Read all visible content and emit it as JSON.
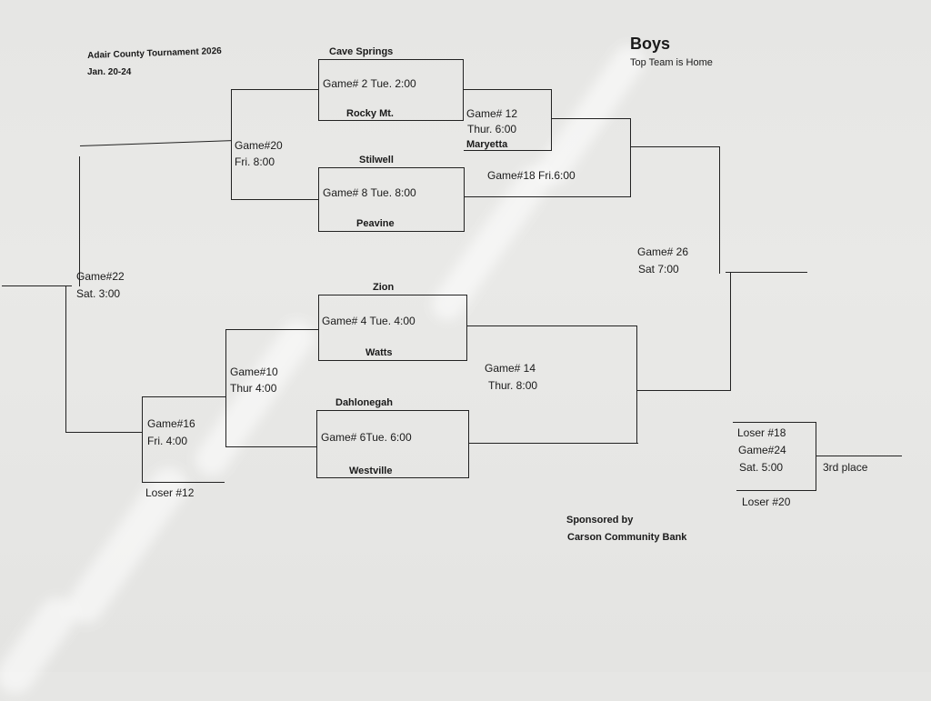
{
  "header": {
    "tournament": "Adair County Tournament 2026",
    "dates": "Jan. 20-24",
    "title": "Boys",
    "subtitle": "Top Team is Home"
  },
  "teams": {
    "cave_springs": "Cave Springs",
    "rocky_mt": "Rocky Mt.",
    "stilwell": "Stilwell",
    "peavine": "Peavine",
    "zion": "Zion",
    "watts": "Watts",
    "dahlonegah": "Dahlonegah",
    "westville": "Westville",
    "maryetta": "Maryetta"
  },
  "games": {
    "g2": "Game#  2 Tue. 2:00",
    "g8": "Game# 8 Tue. 8:00",
    "g4": "Game# 4 Tue. 4:00",
    "g6": "Game# 6Tue. 6:00",
    "g12_a": "Game# 12",
    "g12_b": "Thur. 6:00",
    "g18": "Game#18 Fri.6:00",
    "g20_a": "Game#20",
    "g20_b": "Fri. 8:00",
    "g10_a": "Game#10",
    "g10_b": "Thur 4:00",
    "g14_a": "Game# 14",
    "g14_b": "Thur. 8:00",
    "g16_a": "Game#16",
    "g16_b": "Fri. 4:00",
    "g22_a": "Game#22",
    "g22_b": "Sat. 3:00",
    "g26_a": "Game# 26",
    "g26_b": "Sat 7:00",
    "g24_a": "Game#24",
    "g24_b": "Sat. 5:00"
  },
  "losers": {
    "l12": "Loser #12",
    "l18": "Loser #18",
    "l20": "Loser #20",
    "third": "3rd place"
  },
  "sponsor": {
    "line1": "Sponsored by",
    "line2": "Carson Community Bank"
  }
}
